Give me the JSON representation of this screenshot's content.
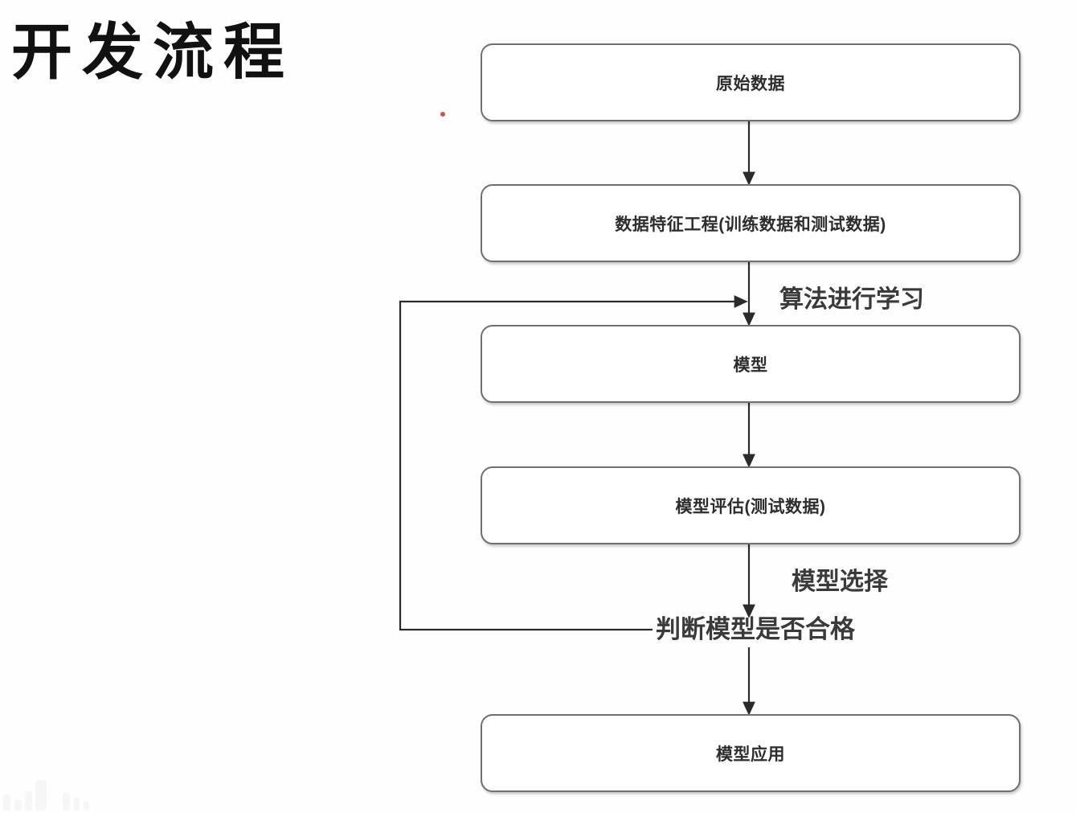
{
  "page": {
    "title": "开发流程",
    "background_color": "#fefefe",
    "text_color": "#2d2d2d",
    "border_color": "#6f7072",
    "marker_color": "#c0392b"
  },
  "diagram": {
    "type": "flowchart",
    "orientation": "top-to-bottom",
    "nodes": [
      {
        "id": "raw-data",
        "label": "原始数据",
        "shape": "rounded-rect"
      },
      {
        "id": "feature-engineering",
        "label": "数据特征工程(训练数据和测试数据)",
        "shape": "rounded-rect"
      },
      {
        "id": "model",
        "label": "模型",
        "shape": "rounded-rect"
      },
      {
        "id": "model-evaluation",
        "label": "模型评估(测试数据)",
        "shape": "rounded-rect"
      },
      {
        "id": "model-decision",
        "label": "判断模型是否合格",
        "shape": "text"
      },
      {
        "id": "model-application",
        "label": "模型应用",
        "shape": "rounded-rect"
      }
    ],
    "edge_labels": [
      {
        "id": "algorithm-learning",
        "label": "算法进行学习"
      },
      {
        "id": "model-selection",
        "label": "模型选择"
      }
    ],
    "edges": [
      {
        "from": "raw-data",
        "to": "feature-engineering",
        "label": ""
      },
      {
        "from": "feature-engineering",
        "to": "model",
        "label": "算法进行学习"
      },
      {
        "from": "model",
        "to": "model-evaluation",
        "label": ""
      },
      {
        "from": "model-evaluation",
        "to": "model-decision",
        "label": "模型选择"
      },
      {
        "from": "model-decision",
        "to": "model-application",
        "label": ""
      },
      {
        "from": "model-decision",
        "to": "model",
        "label": "",
        "kind": "feedback-loop"
      }
    ]
  }
}
